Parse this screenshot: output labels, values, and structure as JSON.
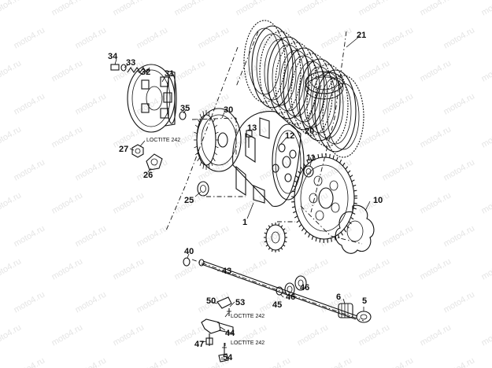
{
  "watermark": "moto4.ru",
  "callouts": {
    "c1": "1",
    "c5": "5",
    "c6": "6",
    "c10": "10",
    "c11": "11",
    "c12": "12",
    "c13": "13",
    "c20": "20",
    "c21": "21",
    "c25": "25",
    "c26": "26",
    "c27": "27",
    "c30": "30",
    "c31": "31",
    "c32": "32",
    "c33": "33",
    "c34": "34",
    "c35": "35",
    "c40": "40",
    "c43": "43",
    "c44": "44",
    "c45": "45",
    "c46a": "46",
    "c46b": "46",
    "c47": "47",
    "c50": "50",
    "c53": "53",
    "c54": "54"
  },
  "notes": {
    "loctite1": "LOCTITE 242",
    "loctite2": "LOCTITE 242",
    "loctite3": "LOCTITE 242"
  }
}
